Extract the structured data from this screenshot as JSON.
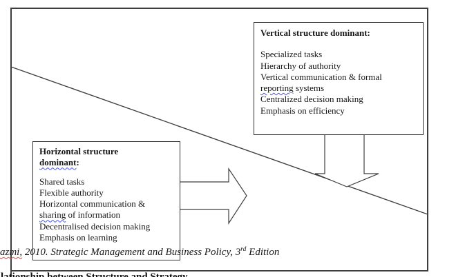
{
  "vertical_box": {
    "title": "Vertical structure dominant:",
    "lines": [
      "Specialized tasks",
      "Hierarchy of authority",
      "Vertical communication & formal"
    ],
    "wrap_line": {
      "wavy_word": "reporting",
      "rest": " systems"
    },
    "lines2": [
      "Centralized decision making",
      "Emphasis on efficiency"
    ]
  },
  "horizontal_box": {
    "title_line1": "Horizontal structure",
    "title_wavy": "dominant",
    "title_rest": ":",
    "lines": [
      "Shared tasks",
      "Flexible authority",
      "Horizontal communication &"
    ],
    "wrap_line": {
      "wavy_word": "sharing",
      "rest": " of information"
    },
    "lines2": [
      "Decentralised decision making",
      "Emphasis on learning"
    ]
  },
  "citation": {
    "cut_word": "azmi,",
    "text": " 2010. Strategic Management and Business Policy, 3",
    "ordinal": "rd",
    "tail": " Edition"
  },
  "bottom_caption": {
    "visible_fragment": "lationship between Structure and Strategy"
  },
  "colors": {
    "frame_border": "#3d3d3d",
    "box_border": "#2b2b2b",
    "text": "#161616",
    "spellcheck_red": "#e8483f",
    "grammar_blue": "#4553ff",
    "background": "#ffffff"
  }
}
